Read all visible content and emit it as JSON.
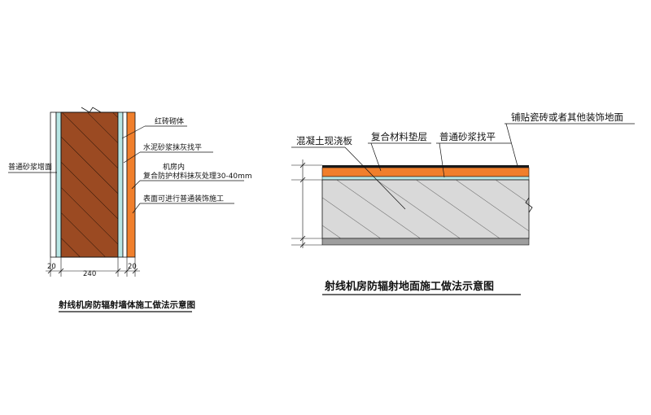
{
  "wall": {
    "labels": {
      "brick": "红砖砌体",
      "cement": "水泥砂浆抹灰找平",
      "room_inside": "机房内",
      "composite": "复合防护材料抹灰处理30-40mm",
      "surface": "表面可进行普通装饰施工",
      "ordinary_plaster": "普通砂浆增面"
    },
    "dims": {
      "left": "20",
      "middle": "240",
      "right": "20"
    },
    "title": "射线机房防辐射墙体施工做法示意图"
  },
  "floor": {
    "labels": {
      "concrete": "混凝土现浇板",
      "composite": "复合材料垫层",
      "leveling": "普通砂浆找平",
      "tile": "铺贴瓷砖或者其他装饰地面"
    },
    "title": "射线机房防辐射地面施工做法示意图"
  },
  "colors": {
    "brick": "#9b4a22",
    "orange": "#f07f2c",
    "cyan": "#b8e6e4",
    "concrete": "#d9d9d9",
    "dark": "#1a1a1a"
  }
}
